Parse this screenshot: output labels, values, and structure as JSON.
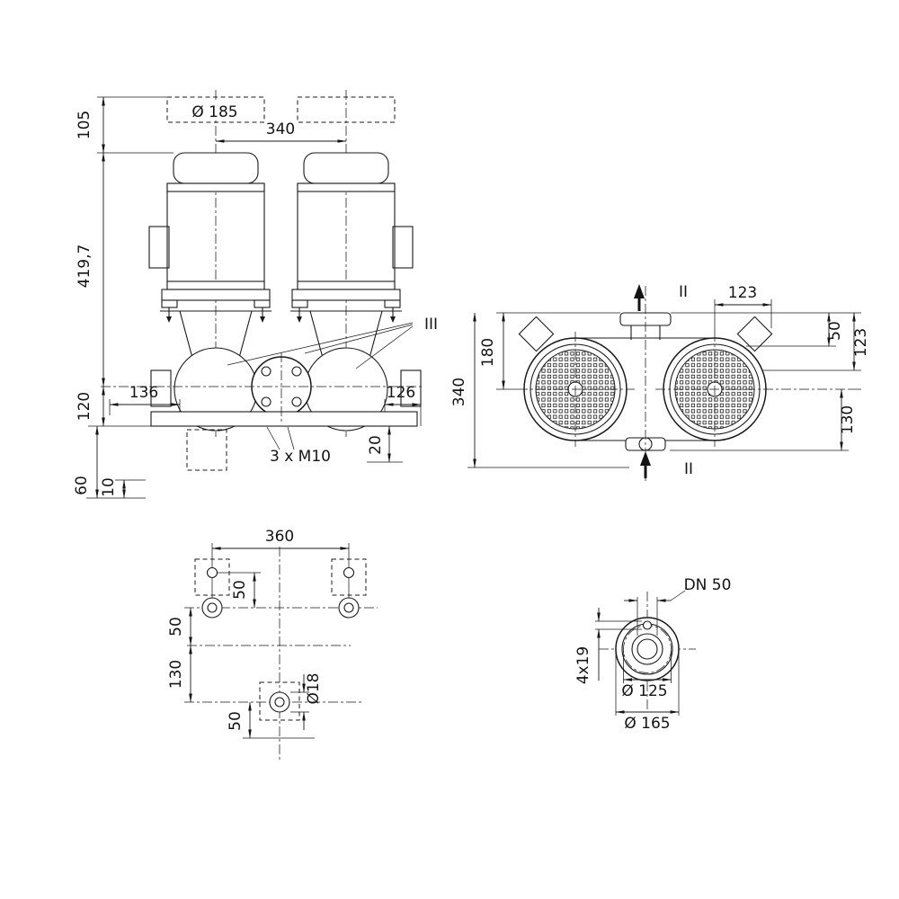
{
  "front_view": {
    "dia_motor": "Ø 185",
    "dim_width": "340",
    "dim_105": "105",
    "dim_total_height": "419,7",
    "dim_120": "120",
    "dim_136": "136",
    "dim_126": "126",
    "section_label": "III",
    "bolt_label": "3 x M10",
    "dim_20": "20",
    "dim_60": "60",
    "dim_10": "10"
  },
  "top_view": {
    "dim_123_top": "123",
    "section_top": "II",
    "section_bottom": "II",
    "dim_180": "180",
    "dim_340": "340",
    "dim_50": "50",
    "dim_123_right": "123",
    "dim_130": "130"
  },
  "base_view": {
    "dim_360": "360",
    "dim_50_upper": "50",
    "dim_50_left": "50",
    "dim_130": "130",
    "dim_50_lower": "50",
    "dia_hole": "Ø18"
  },
  "flange_view": {
    "nominal": "DN 50",
    "holes": "4x19",
    "dia_bolt_circle": "Ø 125",
    "dia_outer": "Ø 165"
  }
}
